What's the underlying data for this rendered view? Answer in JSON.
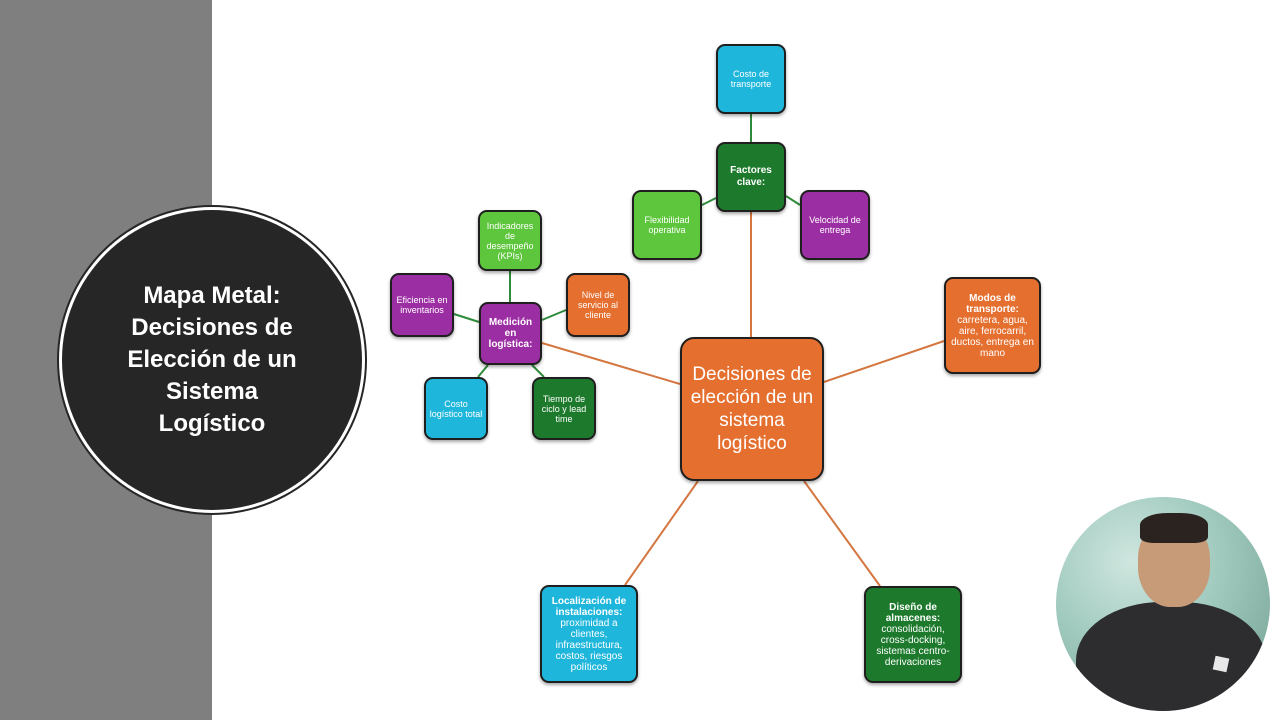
{
  "title": "Mapa Metal:\nDecisiones de\nElección de un\nSistema\nLogístico",
  "colors": {
    "band": "#7f7f7f",
    "circle": "#262626",
    "orange_link": "#d4763f",
    "green_link": "#2f8a3a"
  },
  "center": {
    "text": "Decisiones de elección de un sistema logístico"
  },
  "factores": {
    "title": "Factores clave:",
    "costo": "Costo de transporte",
    "flexibilidad": "Flexibilidad operativa",
    "velocidad": "Velocidad de entrega"
  },
  "medicion": {
    "title": "Medición en logística:",
    "kpis": "Indicadores de desempeño (KPIs)",
    "eficiencia": "Eficiencia en inventarios",
    "nivel": "Nivel de servicio al cliente",
    "costo_total": "Costo logístico total",
    "tiempo": "Tiempo de ciclo y lead time"
  },
  "modos": {
    "title": "Modos de transporte:",
    "body": "carretera, agua, aire, ferrocarril, ductos, entrega en mano"
  },
  "localizacion": {
    "title": "Localización de instalaciones:",
    "body": "proximidad a clientes, infraestructura, costos, riesgos políticos"
  },
  "diseno": {
    "title": "Diseño de almacenes:",
    "body": "consolidación, cross-docking, sistemas centro-derivaciones"
  }
}
